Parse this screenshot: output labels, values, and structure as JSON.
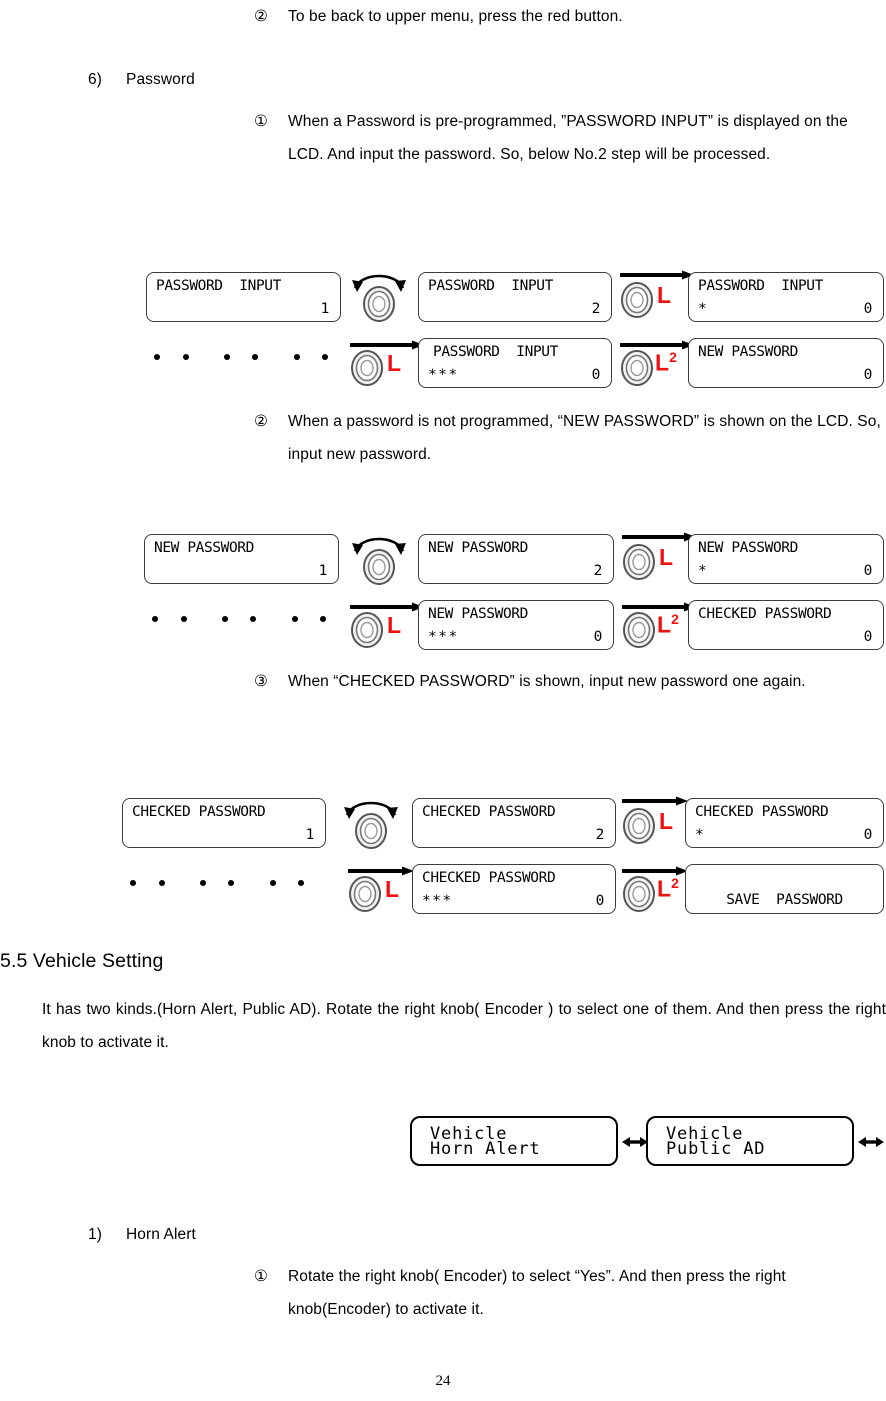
{
  "page": {
    "number": "24"
  },
  "top_note": {
    "marker": "②",
    "text": "To be back to upper menu, press the red button."
  },
  "section_password": {
    "list_number": "6)",
    "list_label": "Password",
    "items": [
      {
        "marker": "①",
        "text": "When a Password is pre-programmed, ”PASSWORD INPUT” is displayed on the LCD. And input the password. So, below No.2 step will be processed."
      },
      {
        "marker": "②",
        "text": "When a password is not programmed, “NEW   PASSWORD” is shown on the LCD. So, input new password."
      },
      {
        "marker": "③",
        "text": "When “CHECKED PASSWORD” is shown, input new password one again."
      }
    ]
  },
  "diagram_password_input": {
    "name": "password-input-flow",
    "screens": [
      {
        "id": "pw-1",
        "line1": "PASSWORD  INPUT",
        "line2_left": "",
        "line2_right": "1"
      },
      {
        "id": "pw-2",
        "line1": "PASSWORD  INPUT",
        "line2_left": "",
        "line2_right": "2"
      },
      {
        "id": "pw-3",
        "line1": "PASSWORD  INPUT",
        "line2_left": "*",
        "line2_right": "0"
      },
      {
        "id": "pw-4",
        "line1": "PASSWORD  INPUT",
        "line2_left": "***",
        "line2_right": "0"
      },
      {
        "id": "pw-5",
        "line1": "NEW PASSWORD",
        "line2_left": "",
        "line2_right": "0"
      }
    ],
    "knobs": [
      {
        "id": "pw-knob-rotate",
        "action": "rotate",
        "label": ""
      },
      {
        "id": "pw-knob-press-1",
        "action": "press",
        "label": "L"
      },
      {
        "id": "pw-knob-press-2",
        "action": "press",
        "label": "L"
      },
      {
        "id": "pw-knob-press-3",
        "action": "press",
        "label": "L",
        "sup": "2"
      }
    ]
  },
  "diagram_new_password": {
    "name": "new-password-flow",
    "screens": [
      {
        "id": "np-1",
        "line1": "NEW PASSWORD",
        "line2_left": "",
        "line2_right": "1"
      },
      {
        "id": "np-2",
        "line1": "NEW PASSWORD",
        "line2_left": "",
        "line2_right": "2"
      },
      {
        "id": "np-3",
        "line1": "NEW PASSWORD",
        "line2_left": "*",
        "line2_right": "0"
      },
      {
        "id": "np-4",
        "line1": "NEW PASSWORD",
        "line2_left": "***",
        "line2_right": "0"
      },
      {
        "id": "np-5",
        "line1": "CHECKED PASSWORD",
        "line2_left": "",
        "line2_right": "0"
      }
    ],
    "knobs": [
      {
        "id": "np-knob-rotate",
        "action": "rotate",
        "label": ""
      },
      {
        "id": "np-knob-press-1",
        "action": "press",
        "label": "L"
      },
      {
        "id": "np-knob-press-2",
        "action": "press",
        "label": "L"
      },
      {
        "id": "np-knob-press-3",
        "action": "press",
        "label": "L",
        "sup": "2"
      }
    ]
  },
  "diagram_checked_password": {
    "name": "checked-password-flow",
    "screens": [
      {
        "id": "cp-1",
        "line1": "CHECKED PASSWORD",
        "line2_left": "",
        "line2_right": "1"
      },
      {
        "id": "cp-2",
        "line1": "CHECKED PASSWORD",
        "line2_left": "",
        "line2_right": "2"
      },
      {
        "id": "cp-3",
        "line1": "CHECKED PASSWORD",
        "line2_left": "*",
        "line2_right": "0"
      },
      {
        "id": "cp-4",
        "line1": "CHECKED PASSWORD",
        "line2_left": "***",
        "line2_right": "0"
      },
      {
        "id": "cp-5",
        "line1": "",
        "line2_center": "SAVE  PASSWORD"
      }
    ],
    "knobs": [
      {
        "id": "cp-knob-rotate",
        "action": "rotate",
        "label": ""
      },
      {
        "id": "cp-knob-press-1",
        "action": "press",
        "label": "L"
      },
      {
        "id": "cp-knob-press-2",
        "action": "press",
        "label": "L"
      },
      {
        "id": "cp-knob-press-3",
        "action": "press",
        "label": "L",
        "sup": "2"
      }
    ]
  },
  "section_vehicle": {
    "heading": "5.5 Vehicle Setting",
    "body": "It has two kinds.(Horn Alert, Public AD). Rotate the right knob( Encoder ) to select one of them. And then press the right knob to activate it.",
    "screens": [
      {
        "id": "veh-1",
        "line1": "Vehicle",
        "line2": "Horn Alert"
      },
      {
        "id": "veh-2",
        "line1": "Vehicle",
        "line2": "Public AD"
      }
    ],
    "list_number": "1)",
    "list_label": "Horn Alert",
    "items": [
      {
        "marker": "①",
        "text": "Rotate the right knob( Encoder) to select “Yes”. And then press the right knob(Encoder) to activate it."
      }
    ]
  },
  "colors": {
    "press_marker": "#ee1111",
    "lcd_border": "#3c3c3c",
    "text": "#000000"
  }
}
